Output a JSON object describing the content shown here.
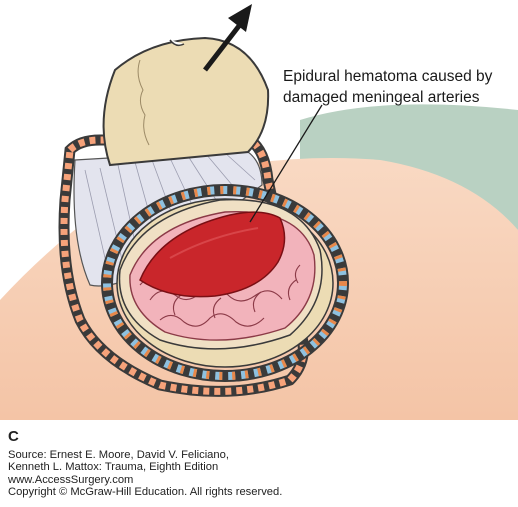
{
  "figure": {
    "annotation": "Epidural hematoma caused by damaged meningeal arteries",
    "panel_letter": "C"
  },
  "credits": {
    "line1": "Source: Ernest E. Moore, David V. Feliciano,",
    "line2": "Kenneth L. Mattox: Trauma, Eighth Edition",
    "line3": "www.AccessSurgery.com",
    "line4": "Copyright © McGraw-Hill Education. All rights reserved."
  },
  "colors": {
    "skin": "#f7cfb4",
    "drape": "#b9d1c2",
    "bone": "#ecdcb4",
    "bone_outline": "#3a3a3a",
    "hematoma": "#c9262b",
    "brain": "#f2b3bb",
    "arrow": "#1a1a1a"
  }
}
